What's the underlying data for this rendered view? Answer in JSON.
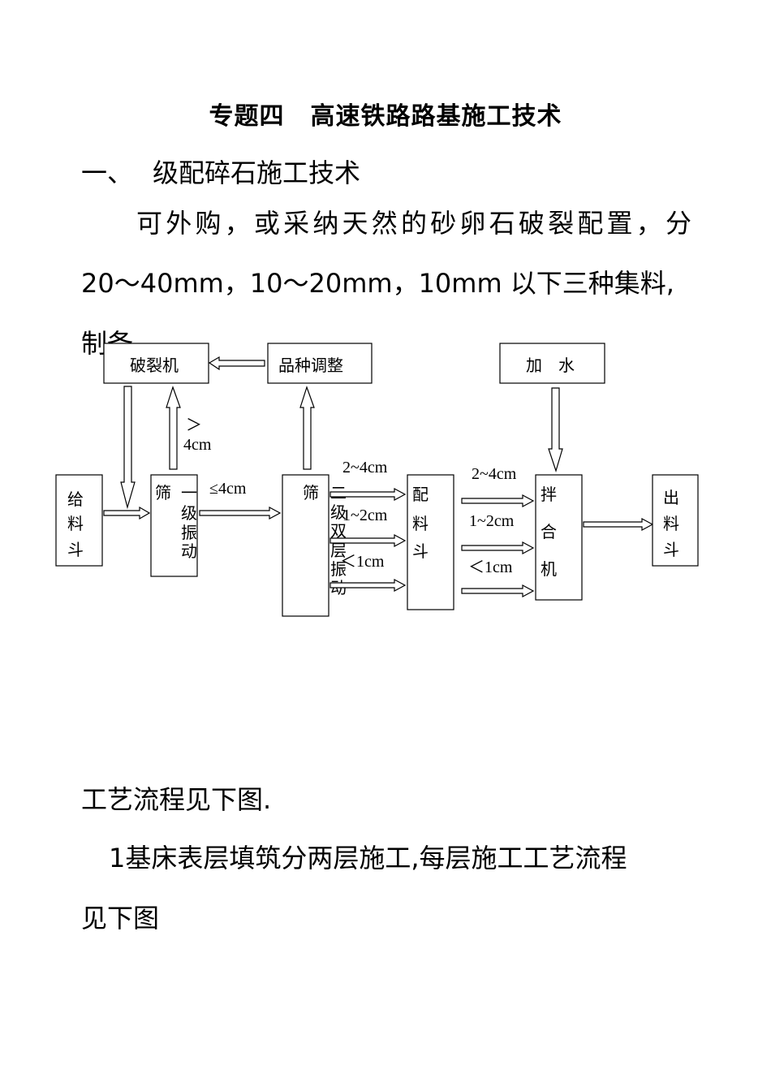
{
  "document": {
    "title_part1": "专题四",
    "title_part2": "高速铁路路基施工技术",
    "section_num": "一、",
    "section_title": "级配碎石施工技术",
    "para1_line1": "可外购，或采纳天然的砂卵石破裂配置，分",
    "para1_line2": "20～40mm，10～20mm，10mm 以下三种集料,制备",
    "para2": "工艺流程见下图.",
    "para3": "1基床表层填筑分两层施工,每层施工工艺流程",
    "para4": "见下图"
  },
  "diagram": {
    "crusher": "破裂机",
    "variety_adjust": "品种调整",
    "add_water": "加　水",
    "feed_hopper": [
      "给",
      "料",
      "斗"
    ],
    "screen1_a": "筛",
    "screen1_b": [
      "一",
      "级",
      "振",
      "动"
    ],
    "screen2_a": "筛",
    "screen2_b": [
      "二",
      "级",
      "双",
      "层",
      "振",
      "动"
    ],
    "batching_hopper": [
      "配",
      "料",
      "斗"
    ],
    "mixer": [
      "拌",
      "合",
      "机"
    ],
    "discharge_hopper": [
      "出",
      "料",
      "斗"
    ],
    "label_gt4_a": "＞",
    "label_gt4_b": "4cm",
    "label_le4": "≤4cm",
    "label_2_4cm_a": "2~4cm",
    "label_1_2cm_a": "1~2cm",
    "label_lt1_a": "＜1cm",
    "label_2_4cm_b": "2~4cm",
    "label_1_2cm_b": "1~2cm",
    "label_lt1_b": "＜1cm"
  }
}
